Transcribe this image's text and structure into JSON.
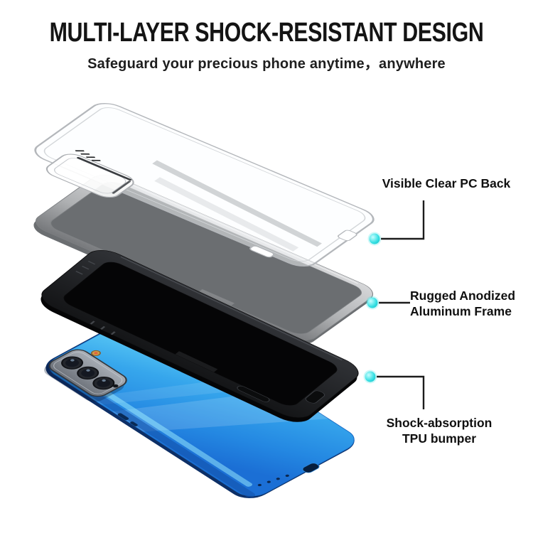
{
  "header": {
    "title": "MULTI-LAYER SHOCK-RESISTANT DESIGN",
    "subtitle": "Safeguard your precious phone anytime，anywhere"
  },
  "callouts": [
    {
      "id": "pc-back",
      "lines": [
        "Visible Clear PC Back"
      ]
    },
    {
      "id": "alu-frame",
      "lines": [
        "Rugged Anodized",
        "Aluminum Frame"
      ]
    },
    {
      "id": "tpu-bumper",
      "lines": [
        "Shock-absorption",
        "TPU bumper"
      ]
    }
  ],
  "diagram": {
    "parts": [
      {
        "name": "clear-pc-back-case"
      },
      {
        "name": "aluminum-frame"
      },
      {
        "name": "tpu-bumper"
      },
      {
        "name": "phone"
      }
    ],
    "colors": {
      "callout_dot": "#35dfe2",
      "callout_line": "#1c1c1c",
      "case_outline": "#b4b7bb",
      "frame_silver": "#a8aaac",
      "bumper_black": "#1b1c1e",
      "phone_blue_light": "#68d6f8",
      "phone_blue_deep": "#1b6fd5",
      "phone_rim_navy": "#0d2f66",
      "camera_flash_amber": "#caa04a"
    }
  }
}
